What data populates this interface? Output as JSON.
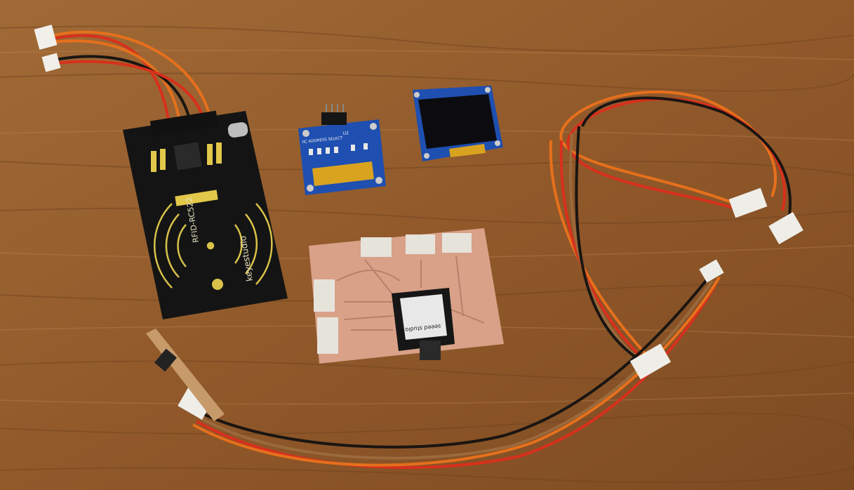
{
  "scene": {
    "rfid_board": {
      "model_label": "RFID-RC522",
      "brand_label": "keyestudio"
    },
    "oled_left": {
      "silkscreen_label": "IIC ADDRESS SELECT",
      "chip_label": "U2"
    },
    "microcontroller": {
      "brand_label": "seeed studio"
    }
  },
  "colors": {
    "wood": "#9a6331",
    "pcb_black": "#141414",
    "pcb_blue": "#1f4fb0",
    "copper": "#d8a188",
    "wire_red": "#d8301c",
    "wire_orange": "#e6701c",
    "wire_black": "#1a1512",
    "wire_brown": "#9b6a3c"
  }
}
